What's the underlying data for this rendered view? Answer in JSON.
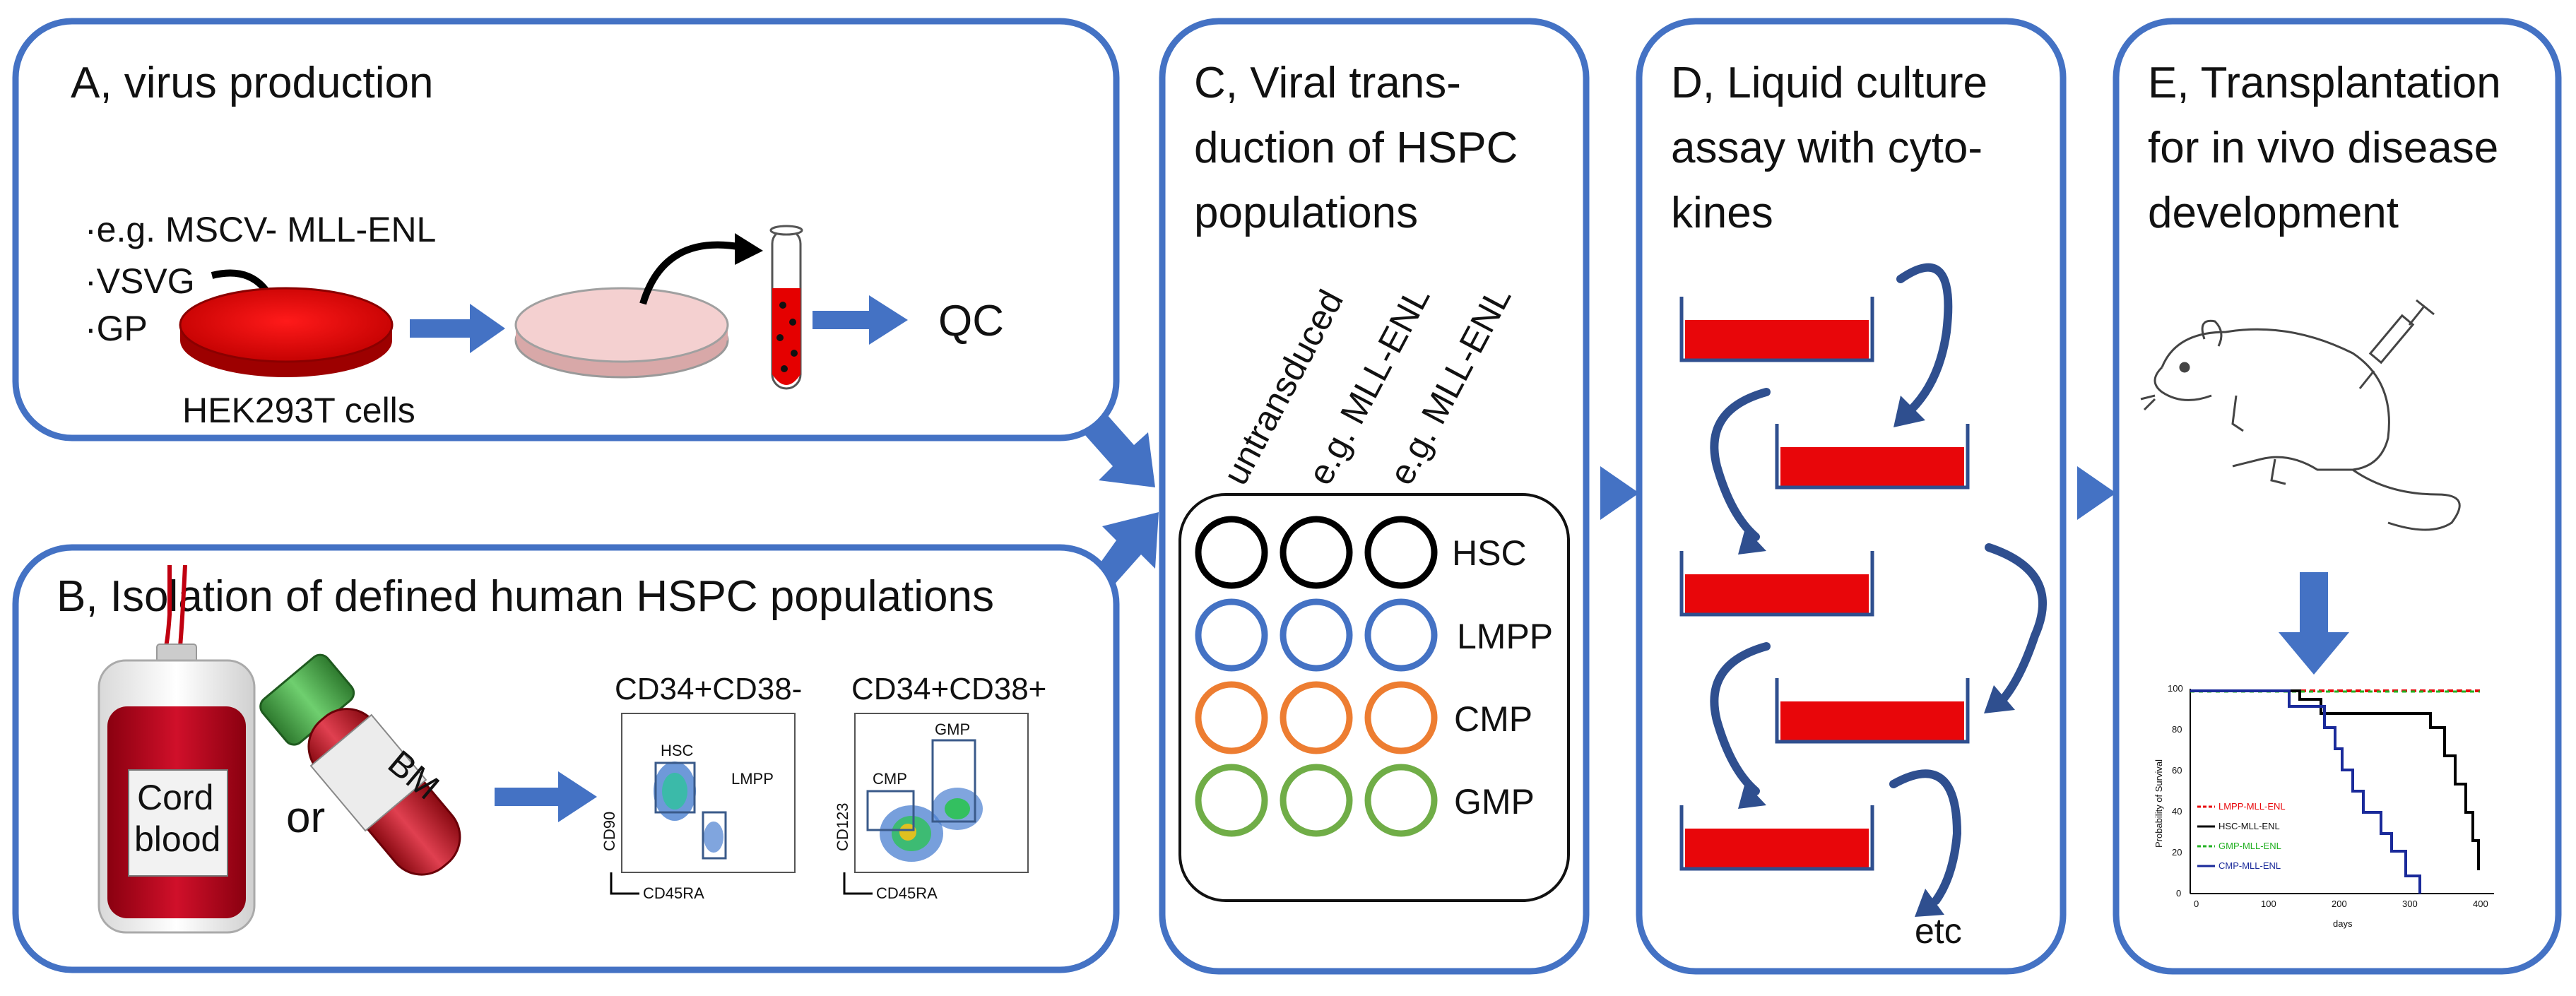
{
  "panels": {
    "a": {
      "title": "A, virus production",
      "plasmids": [
        "·e.g. MSCV- MLL-ENL",
        "·VSVG",
        "·GP"
      ],
      "cells_label": "HEK293T cells",
      "qc_label": "QC"
    },
    "b": {
      "title": "B, Isolation of defined human HSPC populations",
      "bag_label_1": "Cord",
      "bag_label_2": "blood",
      "or_label": "or",
      "tube_label": "BM",
      "plot1": {
        "title": "CD34+CD38-",
        "gate1": "HSC",
        "gate2": "LMPP",
        "ylabel": "CD90",
        "xlabel": "CD45RA"
      },
      "plot2": {
        "title": "CD34+CD38+",
        "gate1": "CMP",
        "gate2": "GMP",
        "ylabel": "CD123",
        "xlabel": "CD45RA"
      }
    },
    "c": {
      "title_lines": [
        "C, Viral trans-",
        "duction of HSPC",
        "populations"
      ],
      "columns": [
        "untransduced",
        "e.g. MLL-ENL",
        "e.g. MLL-ENL"
      ],
      "rows": [
        {
          "label": "HSC",
          "color": "#000000"
        },
        {
          "label": "LMPP",
          "color": "#4472c4"
        },
        {
          "label": "CMP",
          "color": "#ed7d31"
        },
        {
          "label": "GMP",
          "color": "#70ad47"
        }
      ]
    },
    "d": {
      "title_lines": [
        "D, Liquid culture",
        "assay with cyto-",
        "kines"
      ],
      "etc_label": "etc"
    },
    "e": {
      "title_lines": [
        "E, Transplantation",
        "for in vivo disease",
        "development"
      ],
      "survival": {
        "ylabel": "Probability of Survival",
        "xlabel": "days",
        "yticks": [
          "0",
          "20",
          "40",
          "60",
          "80",
          "100"
        ],
        "xticks": [
          "0",
          "100",
          "200",
          "300",
          "400"
        ],
        "legend": [
          "LMPP-MLL-ENL",
          "HSC-MLL-ENL",
          "GMP-MLL-ENL",
          "CMP-MLL-ENL"
        ]
      }
    }
  },
  "colors": {
    "panel_border": "#4472c4",
    "medium_red": "#e8060a",
    "lmpp_curve": "#e8060a",
    "hsc_curve": "#000000",
    "gmp_curve": "#22b022",
    "cmp_curve": "#1a2a9a"
  }
}
